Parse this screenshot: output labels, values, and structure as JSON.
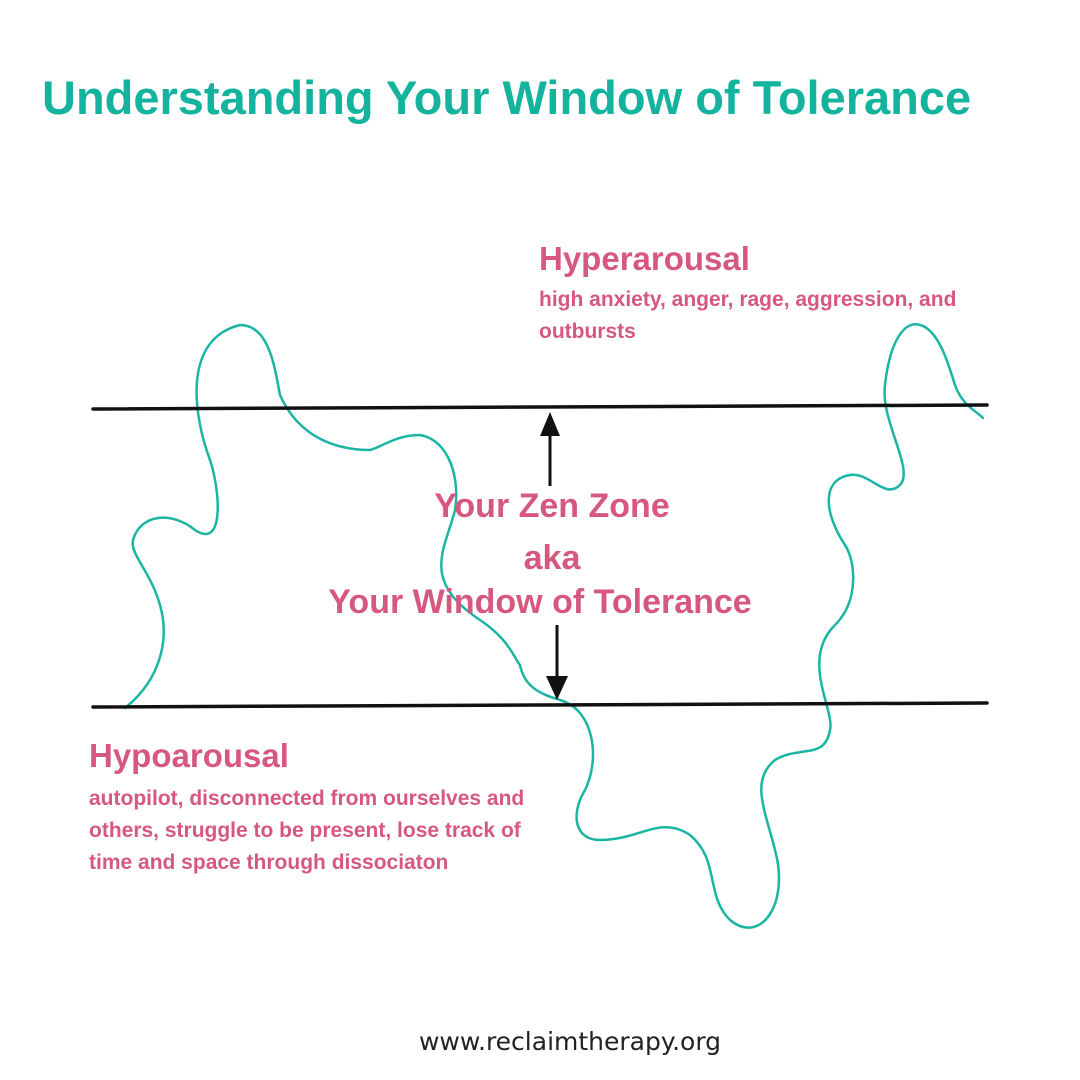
{
  "title": "Understanding Your Window of Tolerance",
  "hyperarousal": {
    "heading": "Hyperarousal",
    "description": "high anxiety, anger, rage, aggression, and outbursts"
  },
  "window": {
    "line1": "Your Zen Zone",
    "line2": "aka",
    "line3": "Your Window of Tolerance"
  },
  "hypoarousal": {
    "heading": "Hypoarousal",
    "description": "autopilot, disconnected from ourselves and others, struggle to be present, lose track of time and space through dissociaton"
  },
  "footer": {
    "url": "www.reclaimtherapy.org"
  },
  "colors": {
    "title": "#14b39e",
    "labels": "#d6587f",
    "wave": "#1ab5a3",
    "lines": "#111111"
  }
}
